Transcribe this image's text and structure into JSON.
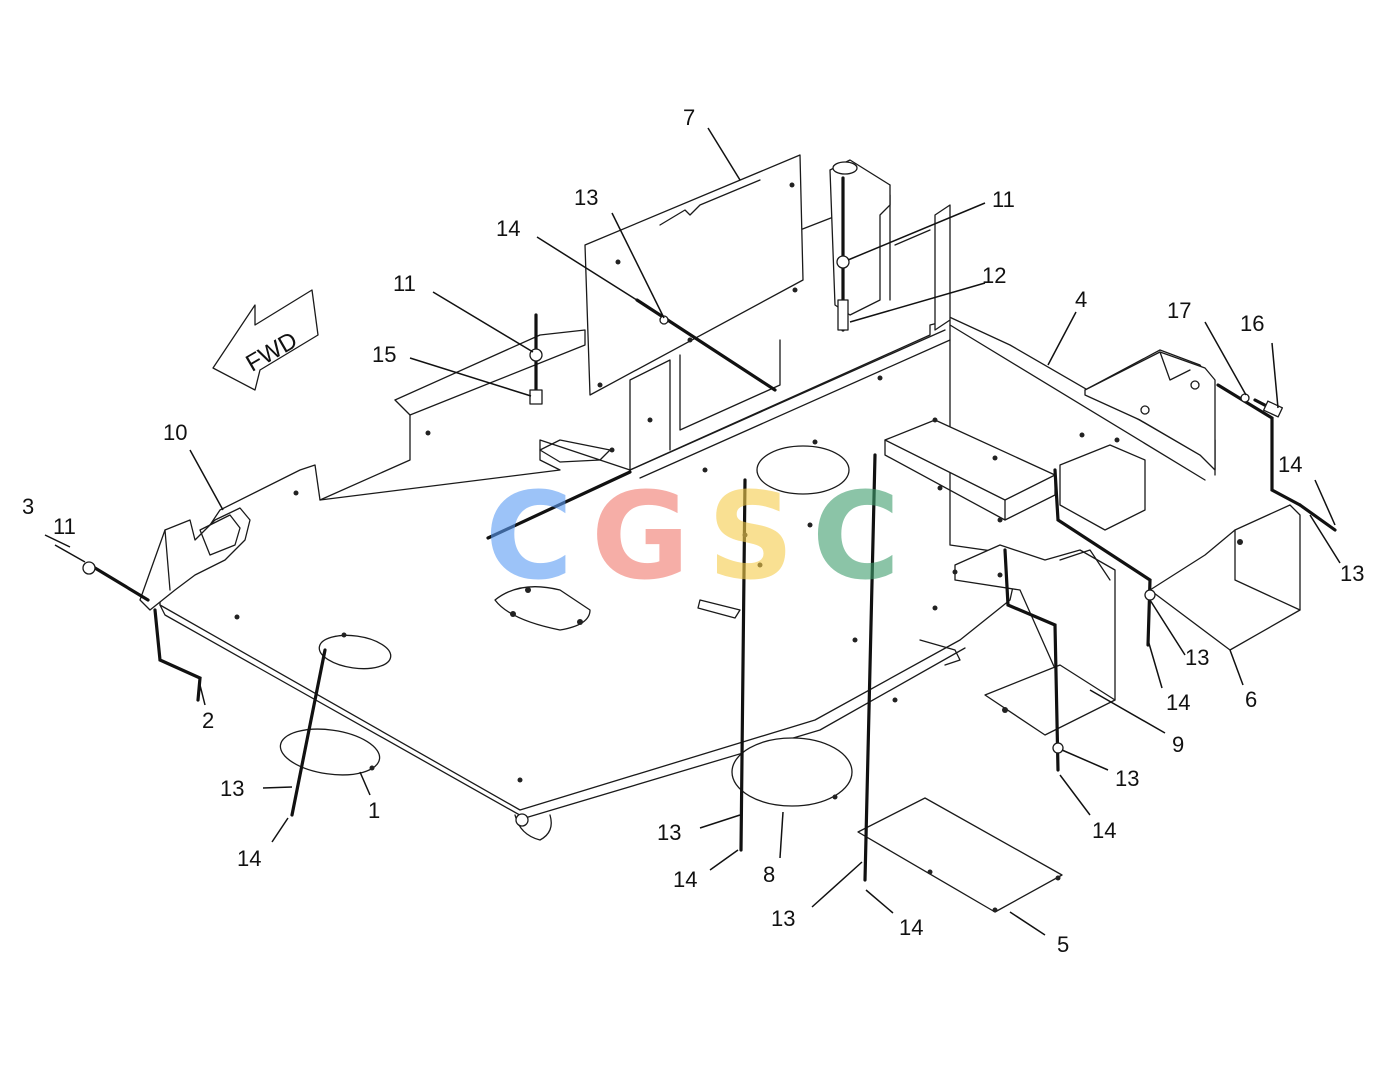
{
  "diagram": {
    "direction_arrow": {
      "label": "FWD"
    },
    "watermark": {
      "text": "CGSC",
      "letters": [
        {
          "char": "C",
          "color": "#5b9cf5"
        },
        {
          "char": "G",
          "color": "#f1796d"
        },
        {
          "char": "S",
          "color": "#f6cd4b"
        },
        {
          "char": "C",
          "color": "#3f9e6e"
        }
      ]
    },
    "callouts": [
      {
        "id": "c7",
        "label": "7"
      },
      {
        "id": "c13a",
        "label": "13"
      },
      {
        "id": "c14a",
        "label": "14"
      },
      {
        "id": "c11a",
        "label": "11"
      },
      {
        "id": "c12",
        "label": "12"
      },
      {
        "id": "c11b",
        "label": "11"
      },
      {
        "id": "c15",
        "label": "15"
      },
      {
        "id": "c4",
        "label": "4"
      },
      {
        "id": "c17",
        "label": "17"
      },
      {
        "id": "c16",
        "label": "16"
      },
      {
        "id": "c10",
        "label": "10"
      },
      {
        "id": "c3",
        "label": "3"
      },
      {
        "id": "c11c",
        "label": "11"
      },
      {
        "id": "c14b",
        "label": "14"
      },
      {
        "id": "c13b",
        "label": "13"
      },
      {
        "id": "c2",
        "label": "2"
      },
      {
        "id": "c13c",
        "label": "13"
      },
      {
        "id": "c14c",
        "label": "14"
      },
      {
        "id": "c6",
        "label": "6"
      },
      {
        "id": "c9",
        "label": "9"
      },
      {
        "id": "c13d",
        "label": "13"
      },
      {
        "id": "c14d",
        "label": "14"
      },
      {
        "id": "c1",
        "label": "1"
      },
      {
        "id": "c13e",
        "label": "13"
      },
      {
        "id": "c14e",
        "label": "14"
      },
      {
        "id": "c13f",
        "label": "13"
      },
      {
        "id": "c14f",
        "label": "14"
      },
      {
        "id": "c8",
        "label": "8"
      },
      {
        "id": "c13g",
        "label": "13"
      },
      {
        "id": "c14g",
        "label": "14"
      },
      {
        "id": "c5",
        "label": "5"
      }
    ]
  }
}
